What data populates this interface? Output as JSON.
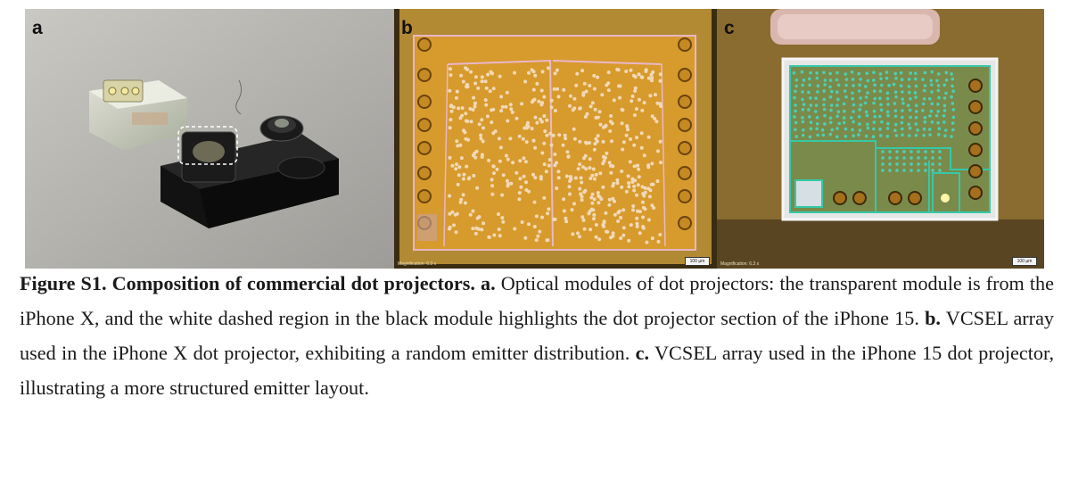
{
  "panels": {
    "a": {
      "letter": "a"
    },
    "b": {
      "letter": "b",
      "magnification": "Magnification: 6.3 x",
      "scale": "100 µm"
    },
    "c": {
      "letter": "c",
      "magnification": "Magnification: 6.3 x",
      "scale": "100 µm"
    }
  },
  "caption": {
    "figure_label": "Figure S1. Composition of commercial dot projectors.",
    "a_label": "a.",
    "a_text": "Optical modules of dot projectors: the transparent module is from the iPhone X, and the white dashed region in the black module highlights the dot projector section of the iPhone 15.",
    "b_label": "b.",
    "b_text": "VCSEL array used in the iPhone X dot projector, exhibiting a random emitter distribution.",
    "c_label": "c.",
    "c_text": "VCSEL array used in the iPhone 15 dot projector, illustrating a more structured emitter layout."
  }
}
